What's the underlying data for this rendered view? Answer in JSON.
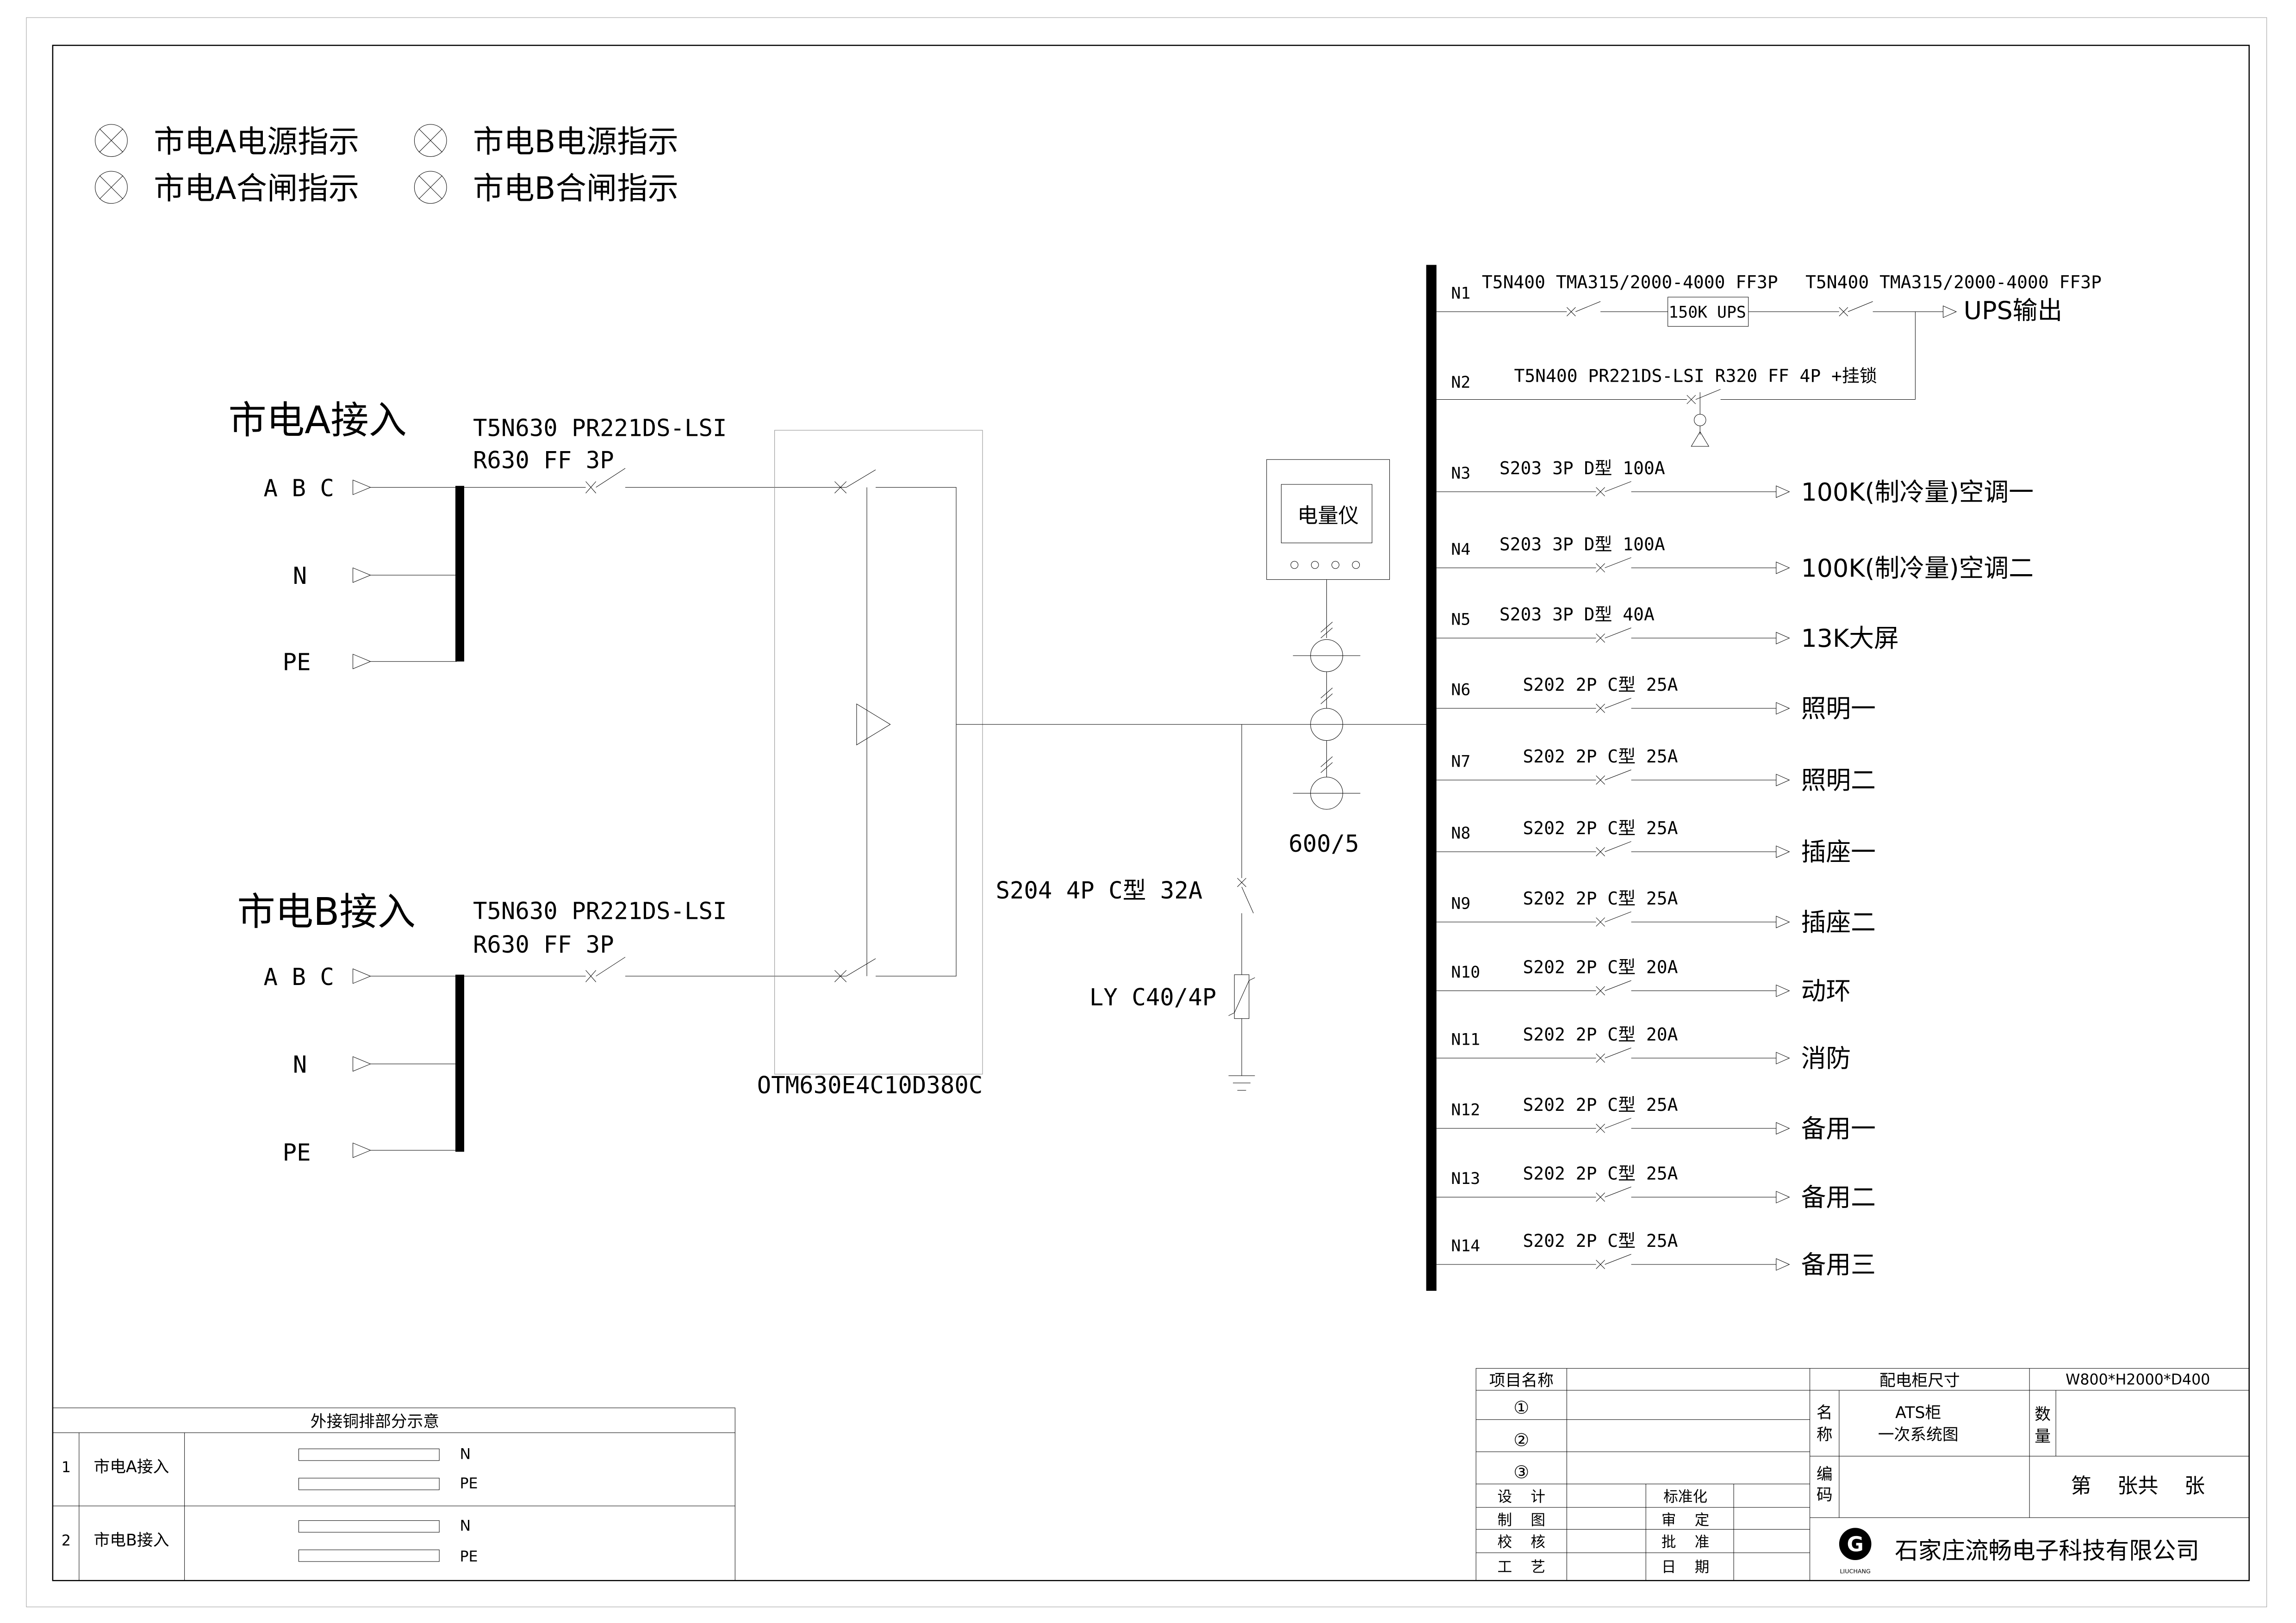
{
  "indicators": [
    {
      "label": "市电A电源指示"
    },
    {
      "label": "市电B电源指示"
    },
    {
      "label": "市电A合闸指示"
    },
    {
      "label": "市电B合闸指示"
    }
  ],
  "sources": [
    {
      "title": "市电A接入",
      "breaker_line1": "T5N630 PR221DS-LSI",
      "breaker_line2": "R630 FF 3P",
      "phase_abc": "A B C",
      "phase_n": "N",
      "phase_pe": "PE"
    },
    {
      "title": "市电B接入",
      "breaker_line1": "T5N630 PR221DS-LSI",
      "breaker_line2": "R630 FF 3P",
      "phase_abc": "A B C",
      "phase_n": "N",
      "phase_pe": "PE"
    }
  ],
  "ats_model": "OTM630E4C10D380C",
  "spd_breaker": "S204 4P C型 32A",
  "spd_arrester": "LY C40/4P",
  "meter": {
    "label": "电量仪",
    "ct_ratio": "600/5"
  },
  "feeders": [
    {
      "id": "N1",
      "breaker": "T5N400 TMA315/2000-4000 FF3P",
      "ups_label": "150K UPS",
      "breaker2": "T5N400 TMA315/2000-4000 FF3P",
      "load": "UPS输出"
    },
    {
      "id": "N2",
      "breaker": "T5N400 PR221DS-LSI R320 FF 4P +挂锁",
      "load": ""
    },
    {
      "id": "N3",
      "breaker": "S203 3P D型 100A",
      "load": "100K(制冷量)空调一"
    },
    {
      "id": "N4",
      "breaker": "S203 3P D型 100A",
      "load": "100K(制冷量)空调二"
    },
    {
      "id": "N5",
      "breaker": "S203 3P D型 40A",
      "load": "13K大屏"
    },
    {
      "id": "N6",
      "breaker": "S202 2P C型 25A",
      "load": "照明一"
    },
    {
      "id": "N7",
      "breaker": "S202 2P C型 25A",
      "load": "照明二"
    },
    {
      "id": "N8",
      "breaker": "S202 2P C型 25A",
      "load": "插座一"
    },
    {
      "id": "N9",
      "breaker": "S202 2P C型 25A",
      "load": "插座二"
    },
    {
      "id": "N10",
      "breaker": "S202 2P C型 20A",
      "load": "动环"
    },
    {
      "id": "N11",
      "breaker": "S202 2P C型 20A",
      "load": "消防"
    },
    {
      "id": "N12",
      "breaker": "S202 2P C型 25A",
      "load": "备用一"
    },
    {
      "id": "N13",
      "breaker": "S202 2P C型 25A",
      "load": "备用二"
    },
    {
      "id": "N14",
      "breaker": "S202 2P C型 25A",
      "load": "备用三"
    }
  ],
  "busbar_table": {
    "title": "外接铜排部分示意",
    "rows": [
      {
        "no": "1",
        "name": "市电A接入",
        "n": "N",
        "pe": "PE"
      },
      {
        "no": "2",
        "name": "市电B接入",
        "n": "N",
        "pe": "PE"
      }
    ]
  },
  "title_block": {
    "project_name": "项目名称",
    "item1": "①",
    "item2": "②",
    "item3": "③",
    "cabinet_size_label": "配电柜尺寸",
    "cabinet_size": "W800*H2000*D400",
    "name_label_1": "名",
    "name_label_2": "称",
    "name_value_1": "ATS柜",
    "name_value_2": "一次系统图",
    "qty_label_1": "数",
    "qty_label_2": "量",
    "code_label_1": "编",
    "code_label_2": "码",
    "sheet": "第    张共    张",
    "design": "设    计",
    "draw": "制    图",
    "check": "校    核",
    "process": "工    艺",
    "standard": "标准化",
    "review": "审    定",
    "approve": "批    准",
    "date": "日    期",
    "company": "石家庄流畅电子科技有限公司",
    "logo_text": "LIUCHANG"
  }
}
